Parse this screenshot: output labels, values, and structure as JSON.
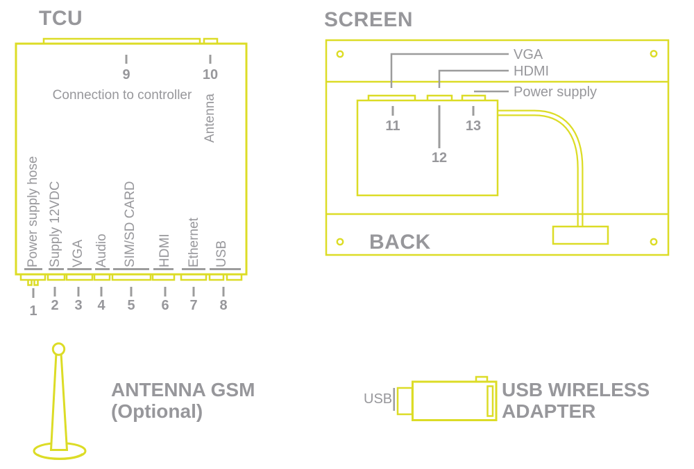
{
  "colors": {
    "outline_yellow": "#dcdc26",
    "text_gray": "#97979b",
    "line_gray": "#9c9c9c"
  },
  "tcu": {
    "title": "TCU",
    "connection_note": "Connection to controller",
    "top_ports": [
      {
        "num": "9"
      },
      {
        "num": "10",
        "label": "Antenna"
      }
    ],
    "ports": [
      {
        "num": "1",
        "label": "Power supply hose"
      },
      {
        "num": "2",
        "label": "Supply 12VDC"
      },
      {
        "num": "3",
        "label": "VGA"
      },
      {
        "num": "4",
        "label": "Audio"
      },
      {
        "num": "5",
        "label": "SIM/SD CARD"
      },
      {
        "num": "6",
        "label": "HDMI"
      },
      {
        "num": "7",
        "label": "Ethernet"
      },
      {
        "num": "8",
        "label": "USB"
      }
    ]
  },
  "screen": {
    "title": "SCREEN",
    "back_label": "BACK",
    "leaders": [
      {
        "label": "VGA"
      },
      {
        "label": "HDMI"
      },
      {
        "label": "Power supply"
      }
    ],
    "port_numbers": [
      {
        "num": "11"
      },
      {
        "num": "12"
      },
      {
        "num": "13"
      }
    ]
  },
  "antenna_gsm": {
    "title": "ANTENNA GSM",
    "subtitle": "(Optional)"
  },
  "usb_adapter": {
    "plug_label": "USB",
    "title_line1": "USB WIRELESS",
    "title_line2": "ADAPTER"
  }
}
